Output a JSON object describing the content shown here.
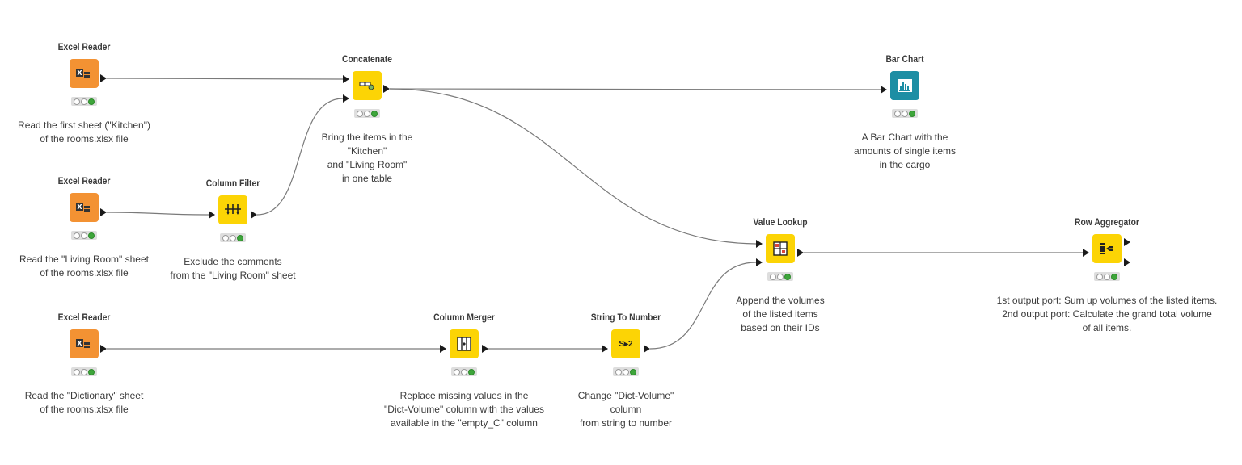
{
  "nodes": {
    "excel_reader_1": {
      "title": "Excel Reader",
      "description": "Read the first sheet (\"Kitchen\")\nof the rooms.xlsx file"
    },
    "excel_reader_2": {
      "title": "Excel Reader",
      "description": "Read the \"Living Room\" sheet\nof the rooms.xlsx file"
    },
    "excel_reader_3": {
      "title": "Excel Reader",
      "description": "Read the \"Dictionary\" sheet\nof the rooms.xlsx file"
    },
    "column_filter": {
      "title": "Column Filter",
      "description": "Exclude the comments\nfrom the \"Living Room\" sheet"
    },
    "concatenate": {
      "title": "Concatenate",
      "description": "Bring the items in the\n\"Kitchen\"\nand \"Living Room\"\nin one table"
    },
    "bar_chart": {
      "title": "Bar Chart",
      "description": "A Bar Chart with the\namounts of single items\nin the cargo"
    },
    "value_lookup": {
      "title": "Value Lookup",
      "description": "Append the volumes\nof the listed items\nbased on their IDs"
    },
    "row_aggregator": {
      "title": "Row Aggregator",
      "description": "1st output port: Sum up volumes of the listed items.\n2nd output port: Calculate the grand total volume\nof all items."
    },
    "column_merger": {
      "title": "Column Merger",
      "description": "Replace missing values in the\n\"Dict-Volume\" column with the values\navailable in the \"empty_C\" column"
    },
    "string_to_number": {
      "title": "String To Number",
      "description": "Change \"Dict-Volume\"\ncolumn\nfrom string to number",
      "icon_text": "S▸2"
    }
  },
  "colors": {
    "reader": "#f39233",
    "manipulator": "#fcd405",
    "visualizer": "#1d8ea4",
    "status_ok": "#3ea63b",
    "edge": "#7a7a7a"
  },
  "icons": {
    "excel_reader": "excel-icon",
    "column_filter": "filter-icon",
    "concatenate": "concatenate-icon",
    "bar_chart": "bar-chart-icon",
    "value_lookup": "lookup-icon",
    "row_aggregator": "aggregator-icon",
    "column_merger": "merge-icon",
    "string_to_number": "string-to-number-icon"
  }
}
